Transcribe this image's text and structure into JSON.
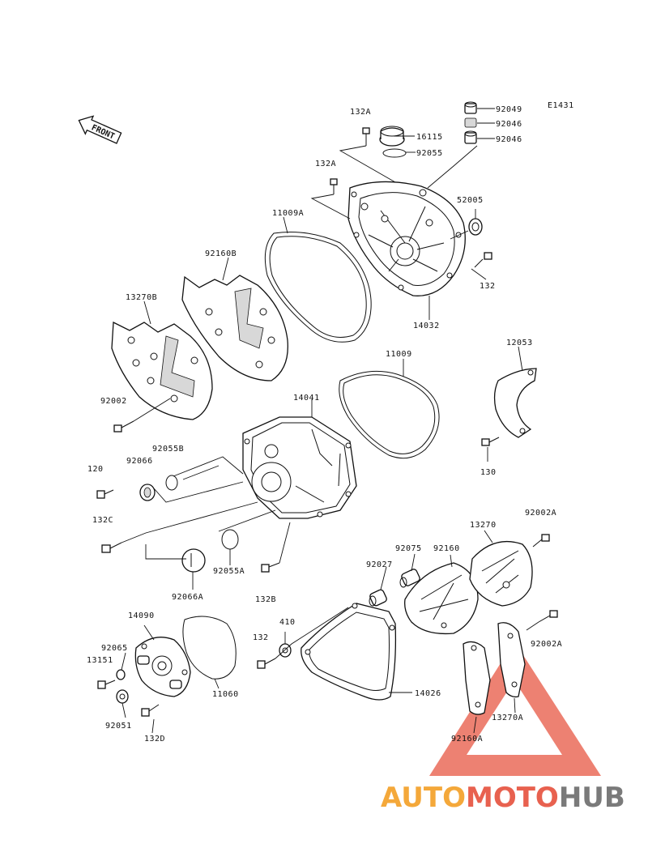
{
  "diagram_code": "E1431",
  "front_label": "FRONT",
  "watermark": {
    "part1": "AUTO",
    "part2": "MOTO",
    "part3": "HUB",
    "color1": "#f4a83a",
    "color2": "#e8614f",
    "color3": "#7a7a7a"
  },
  "part_labels": {
    "p132A_top": "132A",
    "p92049": "92049",
    "p92046_a": "92046",
    "p92046_b": "92046",
    "p16115": "16115",
    "p92055": "92055",
    "p132A_mid": "132A",
    "p52005": "52005",
    "p11009A": "11009A",
    "p92160B": "92160B",
    "p132_right": "132",
    "p13270B": "13270B",
    "p14032": "14032",
    "p11009": "11009",
    "p12053": "12053",
    "p92002": "92002",
    "p14041": "14041",
    "p92055B": "92055B",
    "p92066": "92066",
    "p120": "120",
    "p130": "130",
    "p132C": "132C",
    "p13270": "13270",
    "p92002A_top": "92002A",
    "p92075": "92075",
    "p92160": "92160",
    "p92027": "92027",
    "p92055A": "92055A",
    "p92066A": "92066A",
    "p132B": "132B",
    "p14090": "14090",
    "p410": "410",
    "p132_low": "132",
    "p92065": "92065",
    "p13151": "13151",
    "p11060": "11060",
    "p14026": "14026",
    "p92002A_bot": "92002A",
    "p13270A": "13270A",
    "p92051": "92051",
    "p132D": "132D",
    "p92160A": "92160A"
  }
}
